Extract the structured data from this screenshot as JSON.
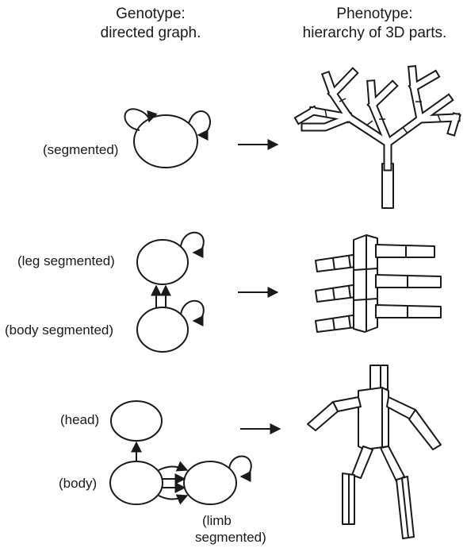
{
  "headers": {
    "genotype": {
      "line1": "Genotype:",
      "line2": "directed graph."
    },
    "phenotype": {
      "line1": "Phenotype:",
      "line2": "hierarchy of 3D parts."
    }
  },
  "rows": [
    {
      "labels": {
        "segmented": "(segmented)"
      }
    },
    {
      "labels": {
        "leg": "(leg segmented)",
        "body": "(body segmented)"
      }
    },
    {
      "labels": {
        "head": "(head)",
        "body": "(body)",
        "limb_line1": "(limb",
        "limb_line2": "segmented)"
      }
    }
  ]
}
